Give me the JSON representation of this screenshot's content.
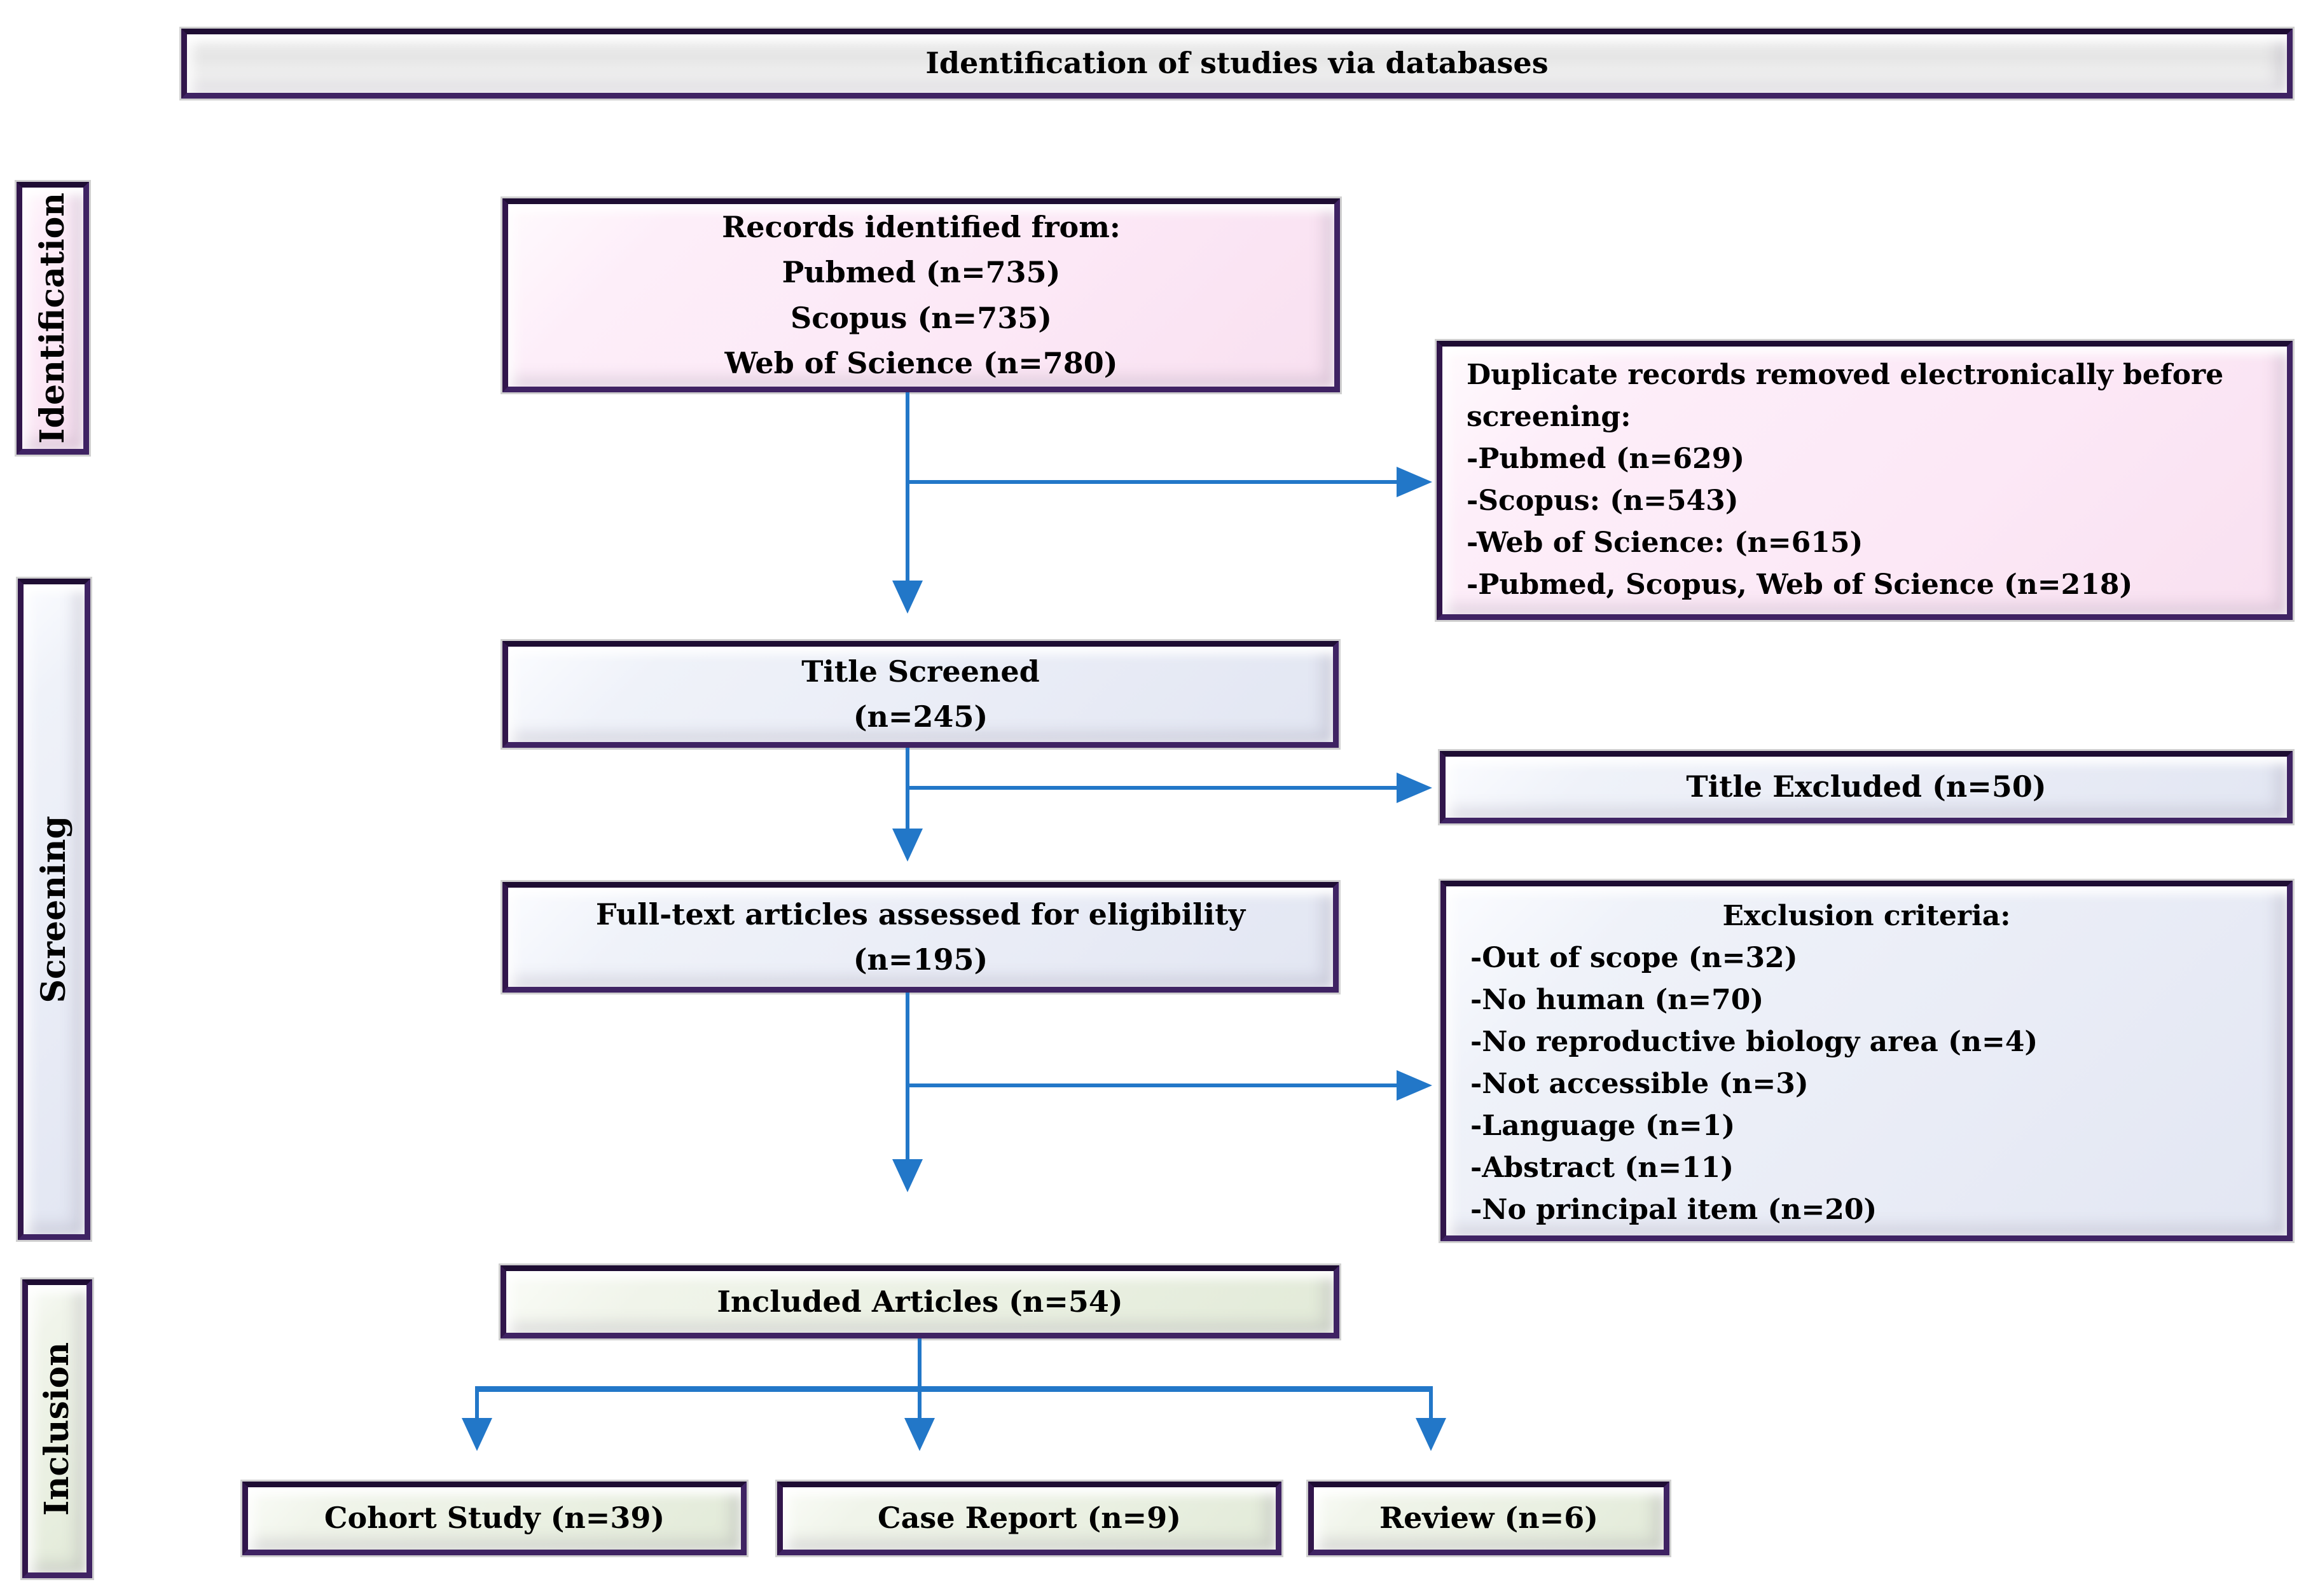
{
  "banner": {
    "title": "Identification of studies via databases"
  },
  "sidebar": {
    "identification_label": "Identification",
    "screening_label": "Screening",
    "inclusion_label": "Inclusion"
  },
  "flow": {
    "records": {
      "lines": [
        "Records identified from:",
        "Pubmed (n=735)",
        "Scopus (n=735)",
        "Web of Science (n=780)"
      ]
    },
    "duplicates": {
      "title": "Duplicate records removed electronically before screening:",
      "items": [
        "-Pubmed (n=629)",
        "-Scopus: (n=543)",
        "-Web of Science: (n=615)",
        "-Pubmed, Scopus, Web of Science (n=218)"
      ]
    },
    "title_screened": {
      "lines": [
        "Title Screened",
        "(n=245)"
      ]
    },
    "title_excluded": {
      "label": "Title Excluded (n=50)"
    },
    "fulltext": {
      "lines": [
        "Full-text articles assessed for eligibility",
        "(n=195)"
      ]
    },
    "exclusion": {
      "title": "Exclusion criteria:",
      "items": [
        "-Out of scope (n=32)",
        "-No human (n=70)",
        "-No reproductive biology area (n=4)",
        "-Not accessible (n=3)",
        "-Language (n=1)",
        "-Abstract (n=11)",
        "-No principal item (n=20)"
      ]
    },
    "included": {
      "label": "Included Articles (n=54)"
    },
    "cohort": {
      "label": "Cohort Study (n=39)"
    },
    "case_report": {
      "label": "Case Report (n=9)"
    },
    "review": {
      "label": "Review (n=6)"
    }
  },
  "colors": {
    "arrow_blue": "#2277c8",
    "border_purple": "#31164b",
    "identification_pink": "#fce8f6",
    "screening_lavender": "#e9ecf6",
    "inclusion_green": "#eaf0e2",
    "banner_gray": "#ececec"
  }
}
